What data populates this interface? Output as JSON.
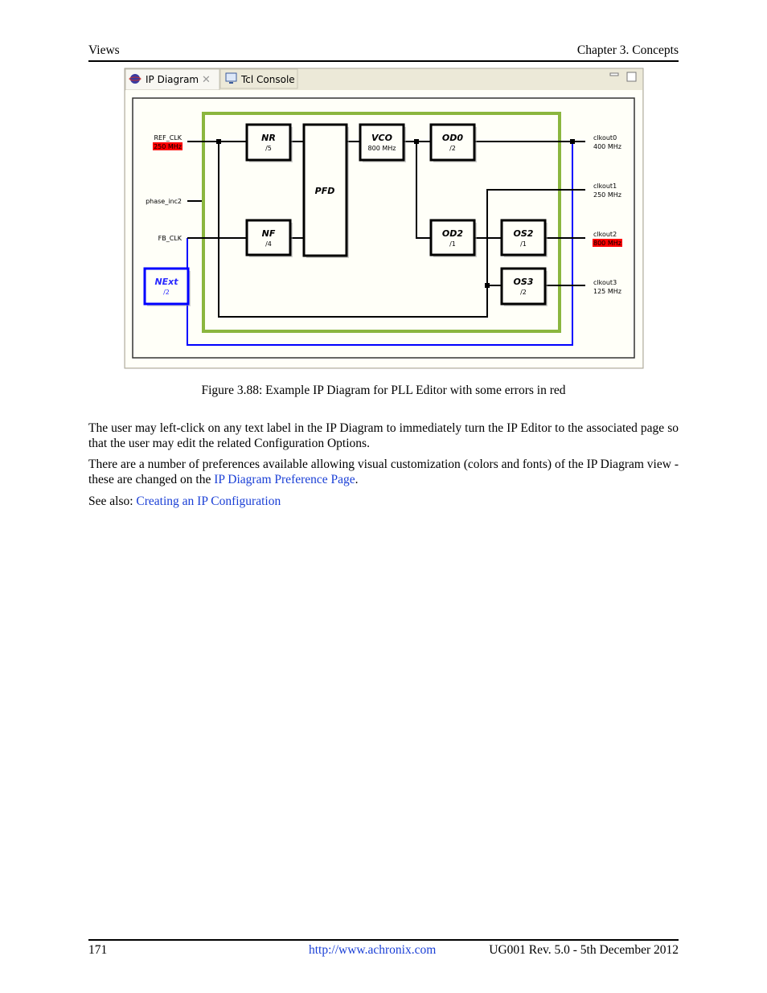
{
  "header": {
    "left": "Views",
    "right": "Chapter 3. Concepts"
  },
  "figure": {
    "tabs": [
      {
        "label": "IP Diagram",
        "icon": "ip-diagram-icon",
        "active": true,
        "closable": true
      },
      {
        "label": "Tcl Console",
        "icon": "console-icon",
        "active": false
      }
    ],
    "window_controls": [
      "minimize-icon",
      "maximize-icon"
    ],
    "blocks": {
      "NR": {
        "name": "NR",
        "value": "/5"
      },
      "PFD": {
        "name": "PFD"
      },
      "VCO": {
        "name": "VCO",
        "value": "800 MHz"
      },
      "OD0": {
        "name": "OD0",
        "value": "/2"
      },
      "NF": {
        "name": "NF",
        "value": "/4"
      },
      "OD2": {
        "name": "OD2",
        "value": "/1"
      },
      "OS2": {
        "name": "OS2",
        "value": "/1"
      },
      "OS3": {
        "name": "OS3",
        "value": "/2"
      },
      "NExt": {
        "name": "NExt",
        "value": "/2"
      }
    },
    "inputs": {
      "ref_clk": "REF_CLK",
      "ref_freq": "250 MHz",
      "phase": "phase_inc2",
      "fb_clk": "FB_CLK"
    },
    "outputs": [
      {
        "name": "clkout0",
        "freq": "400 MHz",
        "error": false
      },
      {
        "name": "clkout1",
        "freq": "250 MHz",
        "error": false
      },
      {
        "name": "clkout2",
        "freq": "800 MHz",
        "error": true
      },
      {
        "name": "clkout3",
        "freq": "125 MHz",
        "error": false
      }
    ],
    "colors": {
      "error": "#ff0000",
      "pll_border": "#8bb63f",
      "feedback": "#0000ff",
      "canvas": "#fffff8"
    },
    "caption": "Figure 3.88: Example IP Diagram for PLL Editor with some errors in red"
  },
  "body": {
    "p1": "The user may left-click on any text label in the IP Diagram to immediately turn the IP Editor to the associated page so that the user may edit the related Configuration Options.",
    "p2_pre": "There are a number of preferences available allowing visual customization (colors and fonts) of the IP Diagram view - these are changed on the ",
    "p2_link": "IP Diagram Preference Page",
    "p2_post": ".",
    "p3_pre": "See also: ",
    "p3_link": "Creating an IP Configuration"
  },
  "footer": {
    "page": "171",
    "url": "http://www.achronix.com",
    "doc": "UG001 Rev. 5.0 - 5th December 2012"
  }
}
